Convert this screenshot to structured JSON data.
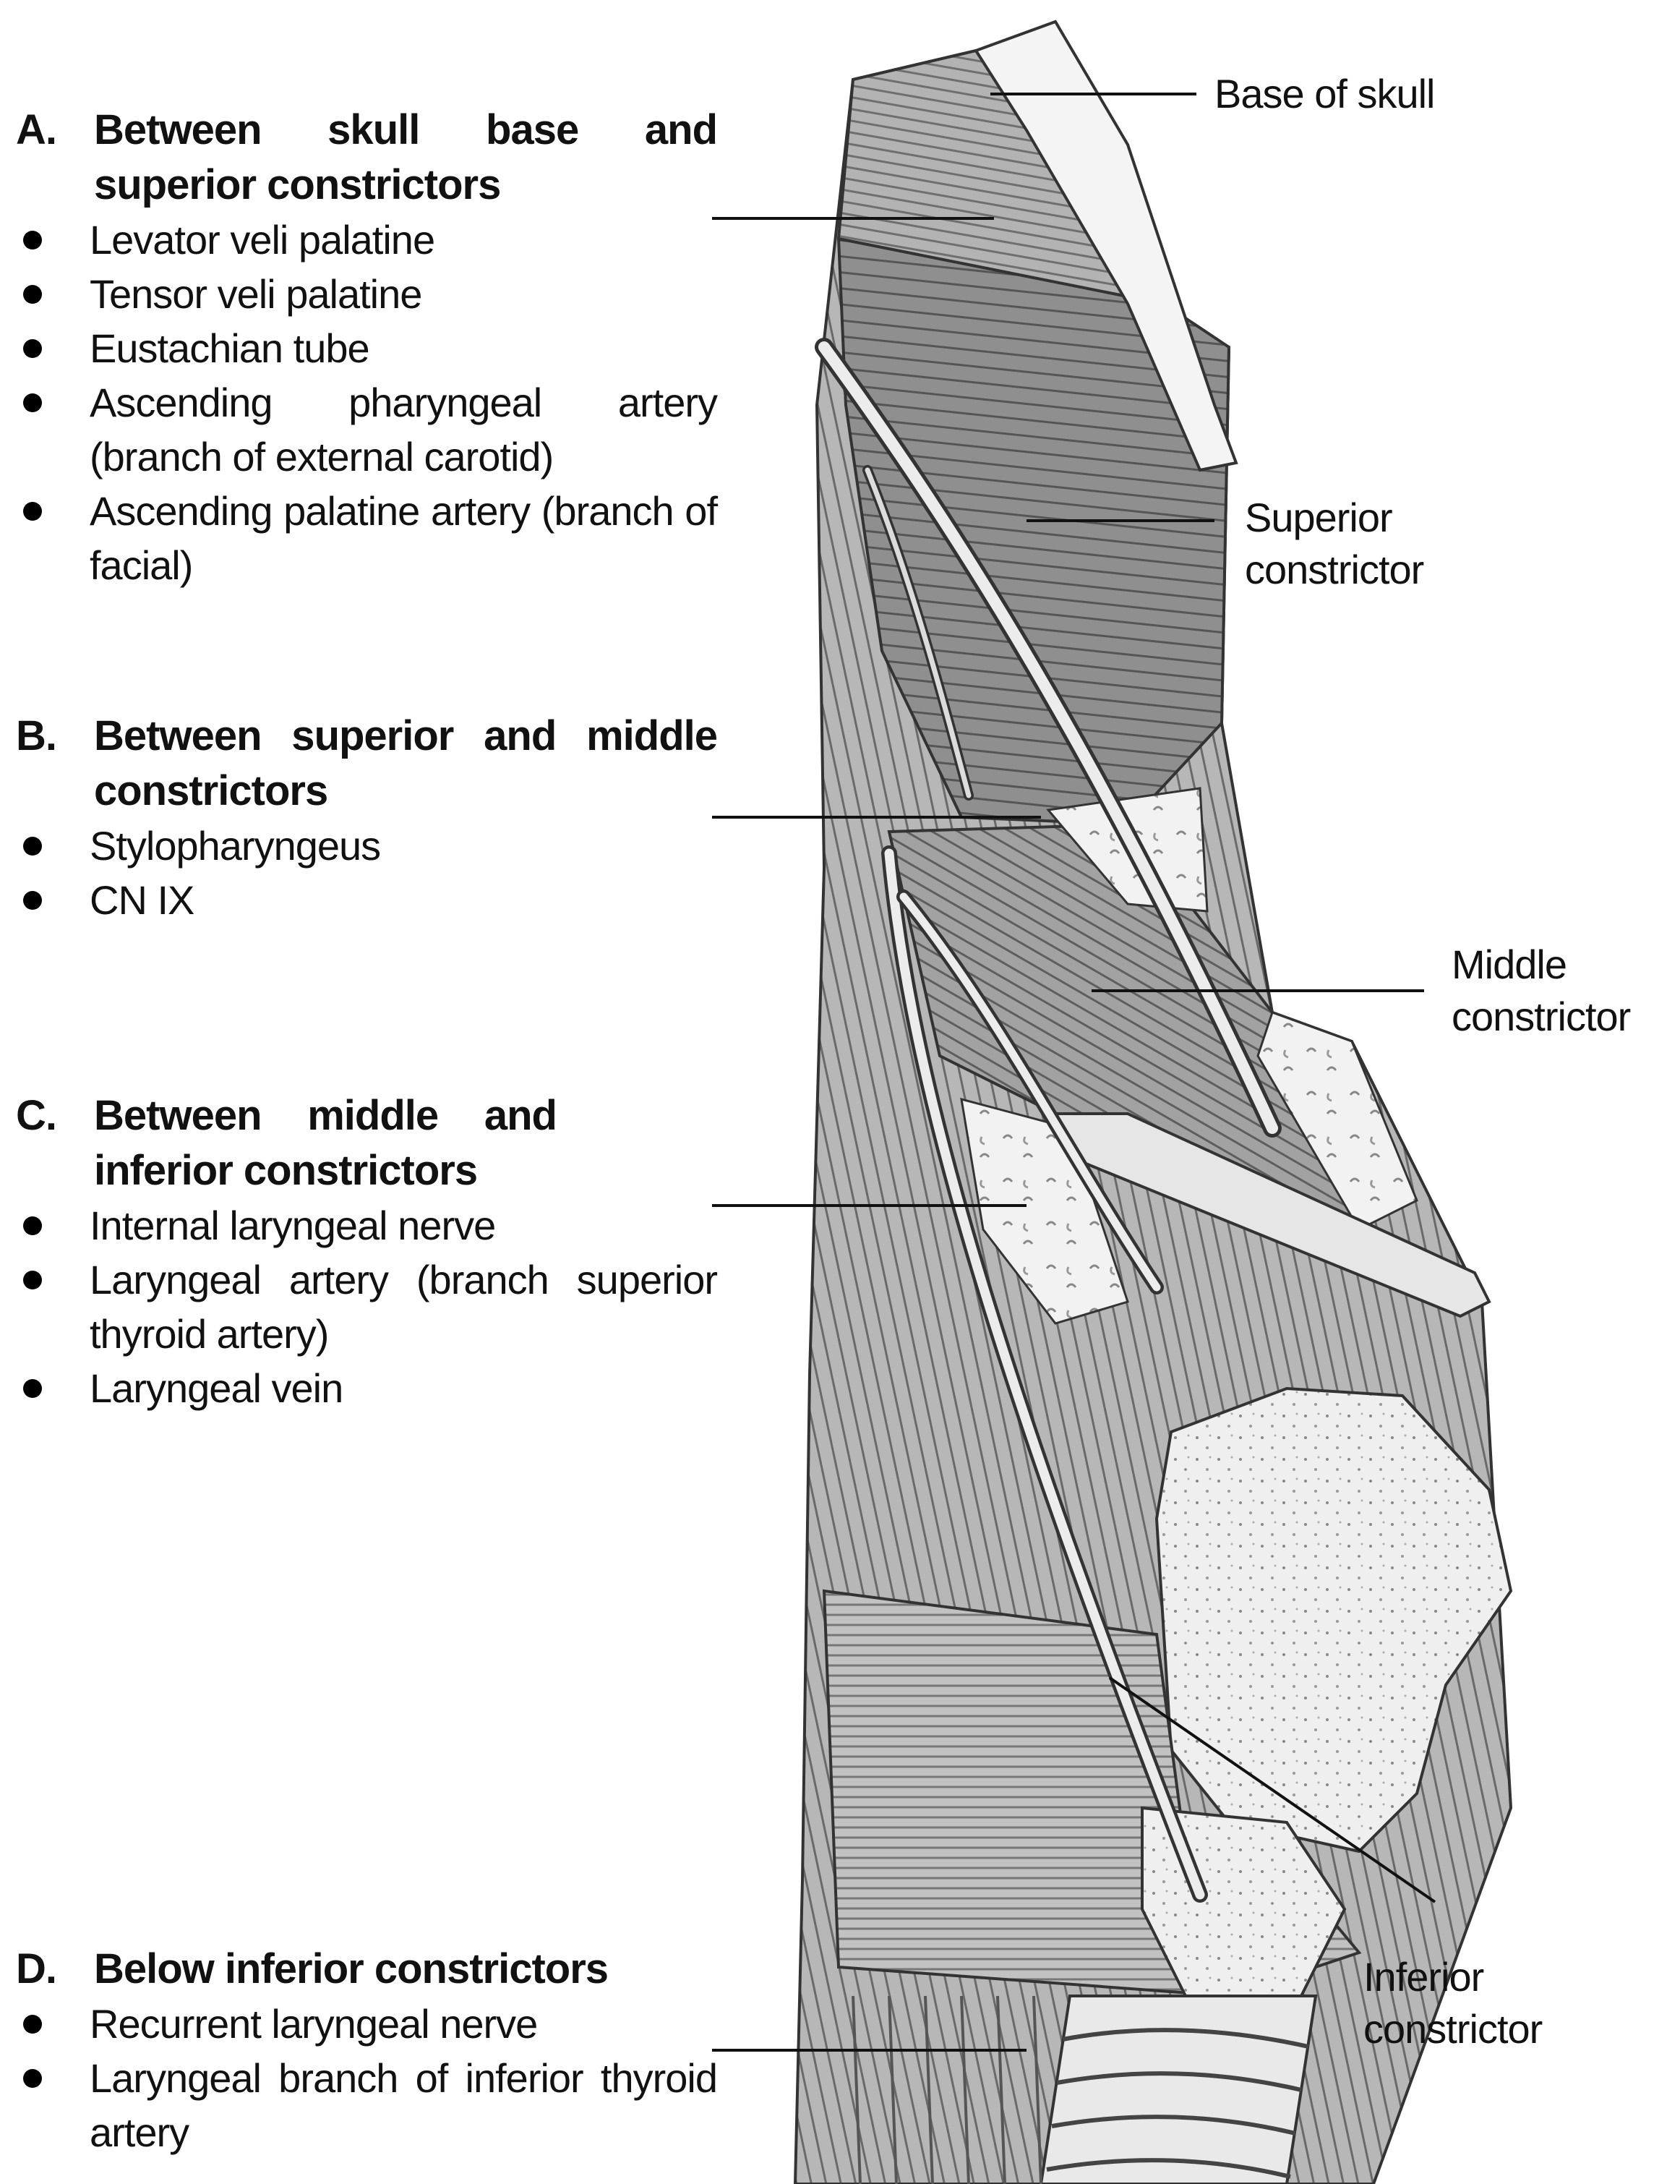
{
  "sections": {
    "a": {
      "letter": "A.",
      "title": "Between skull base and superior constrictors",
      "items": [
        "Levator veli palatine",
        "Tensor veli palatine",
        "Eustachian tube",
        "Ascending pharyngeal artery (branch of external carotid)",
        "Ascending palatine artery (branch of facial)"
      ]
    },
    "b": {
      "letter": "B.",
      "title": "Between superior and middle constrictors",
      "items": [
        "Stylopharyngeus",
        "CN IX"
      ]
    },
    "c": {
      "letter": "C.",
      "title": "Between middle and inferior constrictors",
      "items": [
        "Internal laryngeal nerve",
        "Laryngeal artery (branch superior thyroid artery)",
        "Laryngeal vein"
      ]
    },
    "d": {
      "letter": "D.",
      "title": "Below inferior constrictors",
      "items": [
        "Recurrent laryngeal nerve",
        "Laryngeal branch of inferior thyroid artery"
      ]
    }
  },
  "labels": {
    "base_of_skull": "Base of skull",
    "superior_constrictor": "Superior constrictor",
    "middle_constrictor": "Middle constrictor",
    "inferior_constrictor": "Inferior constrictor"
  },
  "colors": {
    "muscle": "#a9a9a9",
    "muscle_dark": "#8a8a8a",
    "cartilage": "#ededed",
    "outline": "#333333"
  }
}
